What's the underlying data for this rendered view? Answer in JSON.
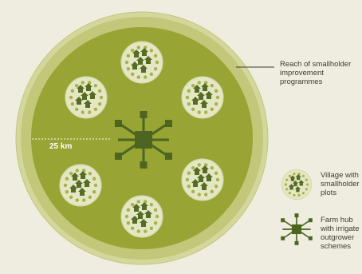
{
  "diagram": {
    "radius_label": "25 km",
    "reach_label": [
      "Reach of smallholder",
      "improvement",
      "programmes"
    ],
    "legend": [
      {
        "icon": "village-icon",
        "lines": [
          "Village with",
          "smallholder",
          "plots"
        ]
      },
      {
        "icon": "farm-hub-icon",
        "lines": [
          "Farm hub",
          "with irrigate",
          "outgrower",
          "schemes"
        ]
      }
    ],
    "village_count": 6,
    "colors": {
      "background": "#efeddf",
      "outer_ring": "#c3c77a",
      "inner_zone": "#98a433",
      "village_fill": "#e4e7c4",
      "tree_dark": "#566b24",
      "hub_dark": "#4c6520",
      "dot_olive": "#a8b14a"
    }
  }
}
